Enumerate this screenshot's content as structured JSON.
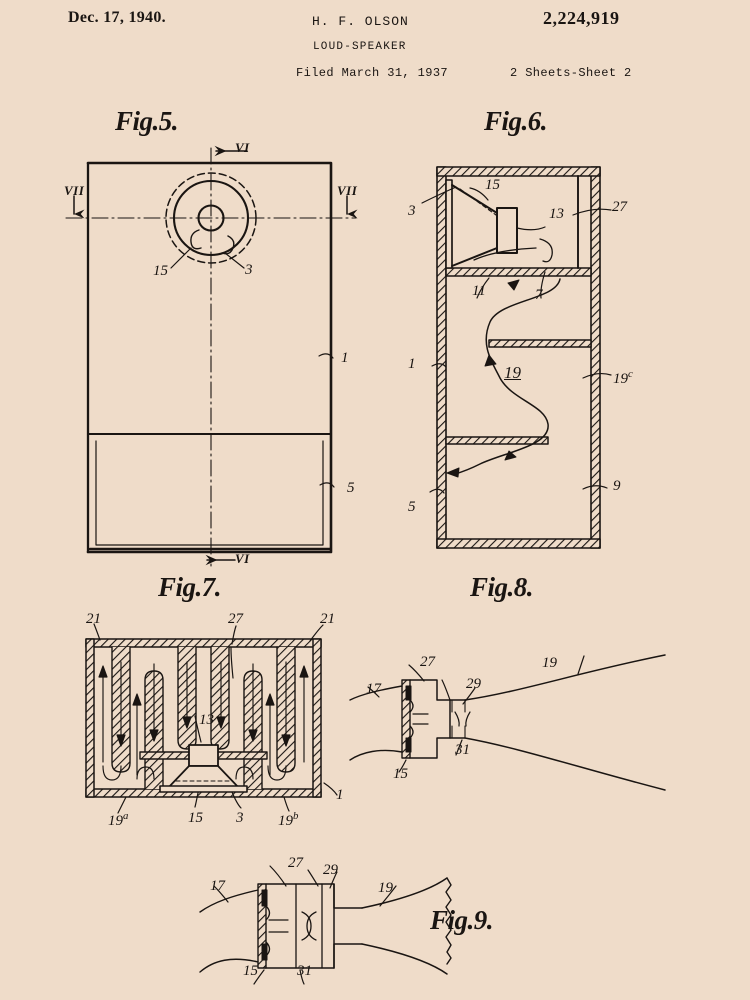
{
  "header": {
    "date": "Dec. 17, 1940.",
    "inventor": "H. F. OLSON",
    "patent_number": "2,224,919",
    "title": "LOUD-SPEAKER",
    "filed": "Filed March 31, 1937",
    "sheets": "2 Sheets-Sheet 2"
  },
  "document": {
    "type": "patent-drawing-sheet",
    "background_color": "#efdcc9",
    "ink_color": "#1a1512"
  },
  "figures": [
    {
      "id": "fig5",
      "caption": "Fig.5.",
      "description": "Front elevation of cabinet showing loud-speaker opening",
      "numerals": [
        "VI",
        "VII",
        "VII",
        "15",
        "3",
        "1",
        "5",
        "VI"
      ]
    },
    {
      "id": "fig6",
      "caption": "Fig.6.",
      "description": "Vertical sectional view taken on line VI-VI of Fig. 5",
      "numerals": [
        "15",
        "13",
        "27",
        "3",
        "11",
        "7",
        "1",
        "19",
        "19c",
        "5",
        "9"
      ]
    },
    {
      "id": "fig7",
      "caption": "Fig.7.",
      "description": "Horizontal sectional view taken on line VII-VII of Fig. 5 showing labyrinth",
      "numerals": [
        "21",
        "27",
        "21",
        "13",
        "1",
        "19a",
        "15",
        "3",
        "19b"
      ]
    },
    {
      "id": "fig8",
      "caption": "Fig.8.",
      "description": "Enlarged detail of horn throat and diaphragm coupling",
      "numerals": [
        "17",
        "27",
        "29",
        "19",
        "31",
        "15"
      ]
    },
    {
      "id": "fig9",
      "caption": "Fig.9.",
      "description": "Enlarged sectional detail of horn and acoustic chamber",
      "numerals": [
        "17",
        "27",
        "29",
        "19",
        "15",
        "31"
      ]
    }
  ],
  "fig5": {
    "caption": "Fig.5.",
    "label_vi_top": "VI",
    "label_vii_left": "VII",
    "label_vii_right": "VII",
    "label_15": "15",
    "label_3": "3",
    "label_1": "1",
    "label_5": "5",
    "label_vi_bottom": "VI"
  },
  "fig6": {
    "caption": "Fig.6.",
    "label_15": "15",
    "label_13": "13",
    "label_27": "27",
    "label_3": "3",
    "label_11": "11",
    "label_7": "7",
    "label_1": "1",
    "label_19": "19",
    "label_19c_num": "19",
    "label_19c_sup": "c",
    "label_5": "5",
    "label_9": "9"
  },
  "fig7": {
    "caption": "Fig.7.",
    "label_21_left": "21",
    "label_27": "27",
    "label_21_right": "21",
    "label_13": "13",
    "label_1": "1",
    "label_19a_num": "19",
    "label_19a_sup": "a",
    "label_15": "15",
    "label_3": "3",
    "label_19b_num": "19",
    "label_19b_sup": "b"
  },
  "fig8": {
    "caption": "Fig.8.",
    "label_17": "17",
    "label_27": "27",
    "label_29": "29",
    "label_19": "19",
    "label_31": "31",
    "label_15": "15"
  },
  "fig9": {
    "caption": "Fig.9.",
    "label_17": "17",
    "label_27": "27",
    "label_29": "29",
    "label_19": "19",
    "label_15": "15",
    "label_31": "31"
  }
}
